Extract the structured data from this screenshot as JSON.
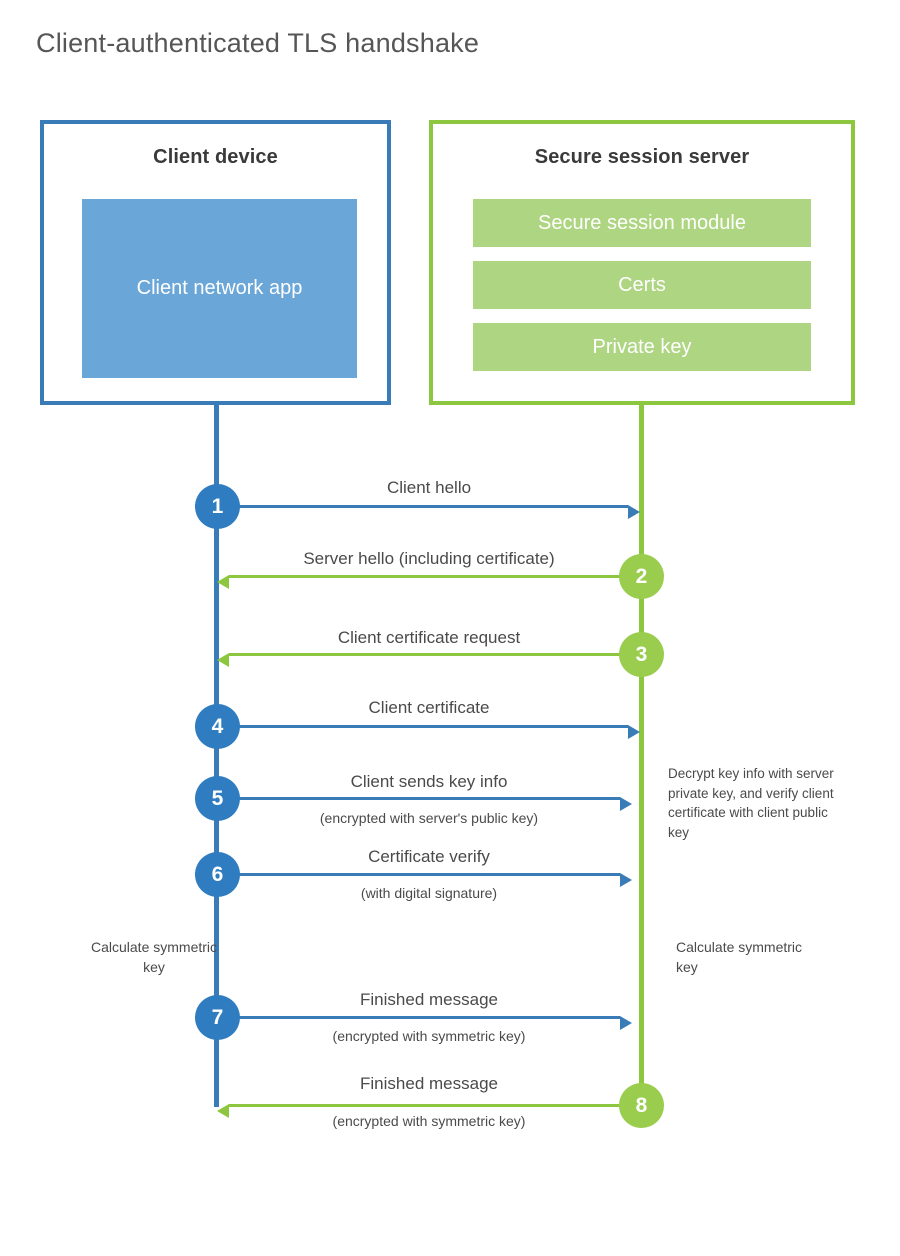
{
  "title": "Client-authenticated TLS handshake",
  "colors": {
    "client_border": "#3a7cb8",
    "client_app_fill": "#6aa6d8",
    "server_border": "#8dc63f",
    "server_item_fill": "#aed581",
    "client_badge": "#2f7dc0",
    "server_badge": "#9acd4e",
    "text": "#4a4a4a",
    "title_text": "#565656"
  },
  "actors": {
    "client": {
      "title": "Client device",
      "app_label": "Client network app"
    },
    "server": {
      "title": "Secure session server",
      "items": [
        {
          "label": "Secure session module"
        },
        {
          "label": "Certs"
        },
        {
          "label": "Private key"
        }
      ]
    }
  },
  "messages": [
    {
      "step": "1",
      "label": "Client hello",
      "sublabel": "",
      "direction": "client-to-server",
      "color": "blue"
    },
    {
      "step": "2",
      "label": "Server hello (including certificate)",
      "sublabel": "",
      "direction": "server-to-client",
      "color": "green"
    },
    {
      "step": "3",
      "label": "Client certificate request",
      "sublabel": "",
      "direction": "server-to-client",
      "color": "green"
    },
    {
      "step": "4",
      "label": "Client certificate",
      "sublabel": "",
      "direction": "client-to-server",
      "color": "blue"
    },
    {
      "step": "5",
      "label": "Client sends key info",
      "sublabel": "(encrypted with server's public key)",
      "direction": "client-to-server",
      "color": "blue"
    },
    {
      "step": "6",
      "label": "Certificate verify",
      "sublabel": "(with digital signature)",
      "direction": "client-to-server",
      "color": "blue"
    },
    {
      "step": "7",
      "label": "Finished message",
      "sublabel": "(encrypted with symmetric key)",
      "direction": "client-to-server",
      "color": "blue"
    },
    {
      "step": "8",
      "label": "Finished message",
      "sublabel": "(encrypted with symmetric key)",
      "direction": "server-to-client",
      "color": "green"
    }
  ],
  "notes": {
    "server_decrypt": "Decrypt key info with server private key, and verify client certificate with client public key",
    "client_calculate": "Calculate symmetric key",
    "server_calculate": "Calculate symmetric key"
  }
}
